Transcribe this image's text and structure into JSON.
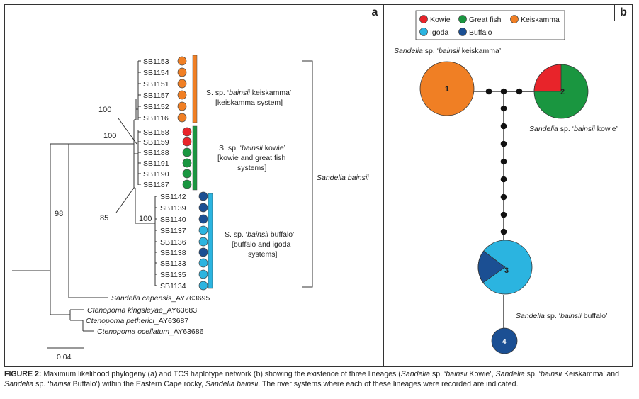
{
  "panel_a": {
    "label": "a",
    "scale_bar": "0.04",
    "bootstrap": {
      "b100a": "100",
      "b100b": "100",
      "b98": "98",
      "b85": "85",
      "b100c": "100"
    },
    "keiskamma_tips": [
      "SB1153",
      "SB1154",
      "SB1151",
      "SB1157",
      "SB1152",
      "SB1116"
    ],
    "kowie_tips": [
      "SB1158",
      "SB1159",
      "SB1188",
      "SB1191",
      "SB1190",
      "SB1187"
    ],
    "buffalo_tips": [
      "SB1142",
      "SB1139",
      "SB1140",
      "SB1137",
      "SB1136",
      "SB1138",
      "SB1133",
      "SB1135",
      "SB1134"
    ],
    "kowie_colors": [
      "#e8242a",
      "#e8242a",
      "#1a9640",
      "#1a9640",
      "#1a9640",
      "#1a9640"
    ],
    "buffalo_colors": [
      "#1b4f93",
      "#1b4f93",
      "#1b4f93",
      "#2bb4e0",
      "#2bb4e0",
      "#1b4f93",
      "#2bb4e0",
      "#2bb4e0",
      "#2bb4e0"
    ],
    "outgroups": {
      "capensis": {
        "italic": "Sandelia capensis",
        "rest": "_AY763695"
      },
      "kingsleyae": {
        "italic": "Ctenopoma kingsleyae",
        "rest": "_AY63683"
      },
      "petherici": {
        "italic": "Ctenopoma petherici",
        "rest": "_AY63687"
      },
      "ocellatum": {
        "italic": "Ctenopoma ocellatum",
        "rest": "_AY63686"
      }
    },
    "lineage_notes": {
      "keiskamma": {
        "pre": "S. sp. ‘",
        "it": "bainsii",
        "post": " keiskamma’",
        "line2": "[keiskamma system]"
      },
      "kowie": {
        "pre": "S. sp. ‘",
        "it": "bainsii",
        "post": " kowie’",
        "line2": "[kowie and great fish",
        "line3": "systems]"
      },
      "buffalo": {
        "pre": "S. sp. ‘",
        "it": "bainsii",
        "post": " buffalo’",
        "line2": "[buffalo and igoda",
        "line3": "systems]"
      }
    },
    "species_label": "Sandelia bainsii"
  },
  "panel_b": {
    "label": "b",
    "legend": [
      {
        "name": "Kowie",
        "color": "#e8242a"
      },
      {
        "name": "Great fish",
        "color": "#1a9640"
      },
      {
        "name": "Keiskamma",
        "color": "#f07f24"
      },
      {
        "name": "Igoda",
        "color": "#2bb4e0"
      },
      {
        "name": "Buffalo",
        "color": "#1b4f93"
      }
    ],
    "node_labels": {
      "n1": "1",
      "n2": "2",
      "n3": "3",
      "n4": "4"
    },
    "node_shares": {
      "n2_kowie": 0.25,
      "n2_greatfish": 0.75,
      "n3_buffalo": 0.2,
      "n3_igoda": 0.8
    },
    "labels": {
      "keiskamma": {
        "pre": "Sandelia",
        "mid": " sp. ‘",
        "it": "bainsii",
        "post": " keiskamma’"
      },
      "kowie": {
        "pre": "Sandelia",
        "mid": " sp. ‘",
        "it": "bainsii",
        "post": " kowie’"
      },
      "buffalo": {
        "pre": "Sandelia",
        "mid": " sp. ‘",
        "it": "bainsii",
        "post": " buffalo’"
      }
    }
  },
  "caption": {
    "label": "FIGURE 2:",
    "t1": " Maximum likelihood phylogeny (a) and TCS haplotype network (b) showing the existence of three lineages (",
    "i1": "Sandelia",
    "t2": " sp. ‘",
    "i2": "bainsii",
    "t3": " Kowie’, ",
    "i3": "Sandelia",
    "t4": " sp. ‘",
    "i4": "bainsii",
    "t5": " Keiskamma’ and ",
    "i5": "Sandelia",
    "t6": " sp. ‘",
    "i6": "bainsii",
    "t7": " Buffalo’) within the Eastern Cape rocky, ",
    "i7": "Sandelia bainsii",
    "t8": ". The river systems where each of these lineages were recorded are indicated."
  }
}
